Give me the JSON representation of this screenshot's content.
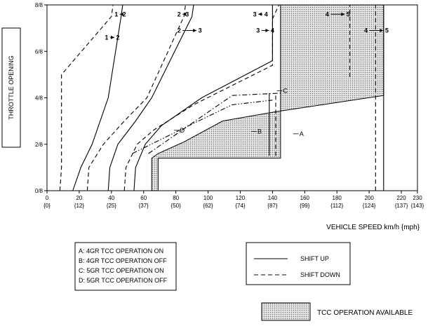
{
  "chart_data": {
    "type": "line",
    "ylabel": "THROTTLE OPENING",
    "xlabel": "VEHICLE SPEED  km/h {mph}",
    "xlim": [
      0,
      230
    ],
    "ylim": [
      0,
      8
    ],
    "x_ticks": [
      {
        "v": 0,
        "kmh": "0",
        "mph": "{0}"
      },
      {
        "v": 20,
        "kmh": "20",
        "mph": "{12}"
      },
      {
        "v": 40,
        "kmh": "40",
        "mph": "{25}"
      },
      {
        "v": 60,
        "kmh": "60",
        "mph": "{37}"
      },
      {
        "v": 80,
        "kmh": "80",
        "mph": "{50}"
      },
      {
        "v": 100,
        "kmh": "100",
        "mph": "{62}"
      },
      {
        "v": 120,
        "kmh": "120",
        "mph": "{74}"
      },
      {
        "v": 140,
        "kmh": "140",
        "mph": "{87}"
      },
      {
        "v": 160,
        "kmh": "160",
        "mph": "{99}"
      },
      {
        "v": 180,
        "kmh": "180",
        "mph": "{112}"
      },
      {
        "v": 200,
        "kmh": "200",
        "mph": "{124}"
      },
      {
        "v": 220,
        "kmh": "220",
        "mph": "{137}"
      },
      {
        "v": 230,
        "kmh": "230",
        "mph": "{143}"
      }
    ],
    "y_ticks": [
      {
        "v": 0,
        "label": "0/8"
      },
      {
        "v": 2,
        "label": "2/8"
      },
      {
        "v": 4,
        "label": "4/8"
      },
      {
        "v": 6,
        "label": "6/8"
      },
      {
        "v": 8,
        "label": "8/8"
      }
    ],
    "tcc_region": [
      [
        65,
        0
      ],
      [
        65,
        1.4
      ],
      [
        69,
        1.6
      ],
      [
        85,
        2.1
      ],
      [
        109,
        3.0
      ],
      [
        142,
        3.4
      ],
      [
        209,
        4.1
      ],
      [
        209,
        8
      ],
      [
        145,
        8
      ],
      [
        145,
        1.4
      ],
      [
        69,
        1.4
      ],
      [
        69,
        0
      ]
    ],
    "series": [
      {
        "style": "solid",
        "points": [
          [
            16,
            0
          ],
          [
            21,
            1
          ],
          [
            28,
            2
          ],
          [
            38,
            4
          ],
          [
            46,
            7.5
          ],
          [
            47,
            8
          ]
        ]
      },
      {
        "style": "dashed",
        "points": [
          [
            8,
            0
          ],
          [
            9,
            1
          ],
          [
            9,
            5
          ],
          [
            40,
            7.5
          ],
          [
            41,
            8
          ]
        ]
      },
      {
        "style": "solid",
        "points": [
          [
            38,
            0
          ],
          [
            39,
            1
          ],
          [
            44,
            2
          ],
          [
            55,
            3
          ],
          [
            65,
            4
          ],
          [
            90,
            7.5
          ],
          [
            91,
            8
          ]
        ]
      },
      {
        "style": "dashed",
        "points": [
          [
            25,
            0
          ],
          [
            26,
            1
          ],
          [
            35,
            2
          ],
          [
            48,
            3
          ],
          [
            62,
            4
          ],
          [
            85,
            7.5
          ],
          [
            86,
            8
          ]
        ]
      },
      {
        "style": "solid",
        "points": [
          [
            54,
            0
          ],
          [
            55,
            1
          ],
          [
            61,
            2
          ],
          [
            71,
            2.8
          ],
          [
            96,
            4
          ],
          [
            140,
            5.6
          ],
          [
            140,
            8
          ]
        ]
      },
      {
        "style": "dashed",
        "points": [
          [
            48,
            0
          ],
          [
            49,
            1
          ],
          [
            56,
            2
          ],
          [
            66,
            2.6
          ],
          [
            91,
            3.7
          ],
          [
            140,
            5.4
          ],
          [
            140,
            7.4
          ],
          [
            144,
            8
          ]
        ]
      },
      {
        "style": "solid",
        "points": [
          [
            209,
            0
          ],
          [
            209,
            8
          ]
        ]
      },
      {
        "style": "dashed",
        "points": [
          [
            204,
            0
          ],
          [
            204,
            8
          ]
        ]
      },
      {
        "style": "dashed",
        "points": [
          [
            188,
            4.9
          ],
          [
            188,
            8
          ]
        ]
      },
      {
        "style": "dashdot",
        "points": [
          [
            63,
            1.6
          ],
          [
            92,
            3
          ],
          [
            115,
            4.1
          ],
          [
            145,
            4.2
          ]
        ]
      },
      {
        "style": "dashdotdot",
        "points": [
          [
            53,
            1.6
          ],
          [
            88,
            2.8
          ],
          [
            115,
            3.7
          ],
          [
            140,
            3.9
          ]
        ]
      },
      {
        "style": "solid",
        "points": [
          [
            138,
            1.5
          ],
          [
            138,
            4.2
          ]
        ]
      },
      {
        "style": "dashed",
        "points": [
          [
            142,
            1.5
          ],
          [
            142,
            4.2
          ]
        ]
      }
    ],
    "shift_labels": [
      {
        "text": "1",
        "dir": "left",
        "x": 43,
        "y": 7.6
      },
      {
        "text": "2",
        "dir": "left_to",
        "x": 48,
        "y": 7.6
      },
      {
        "text": "1",
        "dir": "right",
        "x": 37,
        "y": 6.6
      },
      {
        "text": "2",
        "dir": "right_to",
        "x": 44,
        "y": 6.6
      },
      {
        "text": "2",
        "dir": "left",
        "x": 82,
        "y": 7.6
      },
      {
        "text": "3",
        "dir": "left_to",
        "x": 87,
        "y": 7.6
      },
      {
        "text": "2",
        "dir": "right",
        "x": 82,
        "y": 6.9
      },
      {
        "text": "3",
        "dir": "right_to",
        "x": 95,
        "y": 6.9
      },
      {
        "text": "3",
        "dir": "left",
        "x": 129,
        "y": 7.6
      },
      {
        "text": "4",
        "dir": "left_to",
        "x": 136,
        "y": 7.6
      },
      {
        "text": "3",
        "dir": "right",
        "x": 131,
        "y": 6.9
      },
      {
        "text": "4",
        "dir": "right_to",
        "x": 140,
        "y": 6.9
      },
      {
        "text": "4",
        "dir": "right",
        "x": 174,
        "y": 7.6
      },
      {
        "text": "5",
        "dir": "right_to",
        "x": 187,
        "y": 7.6
      },
      {
        "text": "4",
        "dir": "right",
        "x": 198,
        "y": 6.9
      },
      {
        "text": "5",
        "dir": "right_to",
        "x": 211,
        "y": 6.9
      }
    ],
    "curve_labels": [
      {
        "text": "A",
        "x": 158,
        "y": 2.45
      },
      {
        "text": "B",
        "x": 132,
        "y": 2.55
      },
      {
        "text": "C",
        "x": 148,
        "y": 4.3
      },
      {
        "text": "D",
        "x": 84,
        "y": 2.6
      }
    ],
    "legend_keys": [
      "A: 4GR TCC OPERATION ON",
      "B: 4GR TCC OPERATION OFF",
      "C: 5GR TCC OPERATION ON",
      "D: 5GR TCC OPERATION OFF"
    ],
    "legend_lines": [
      {
        "style": "solid",
        "label": "SHIFT UP"
      },
      {
        "style": "dashed",
        "label": "SHIFT DOWN"
      }
    ],
    "tcc_legend": "TCC OPERATION AVAILABLE",
    "grid": false
  }
}
